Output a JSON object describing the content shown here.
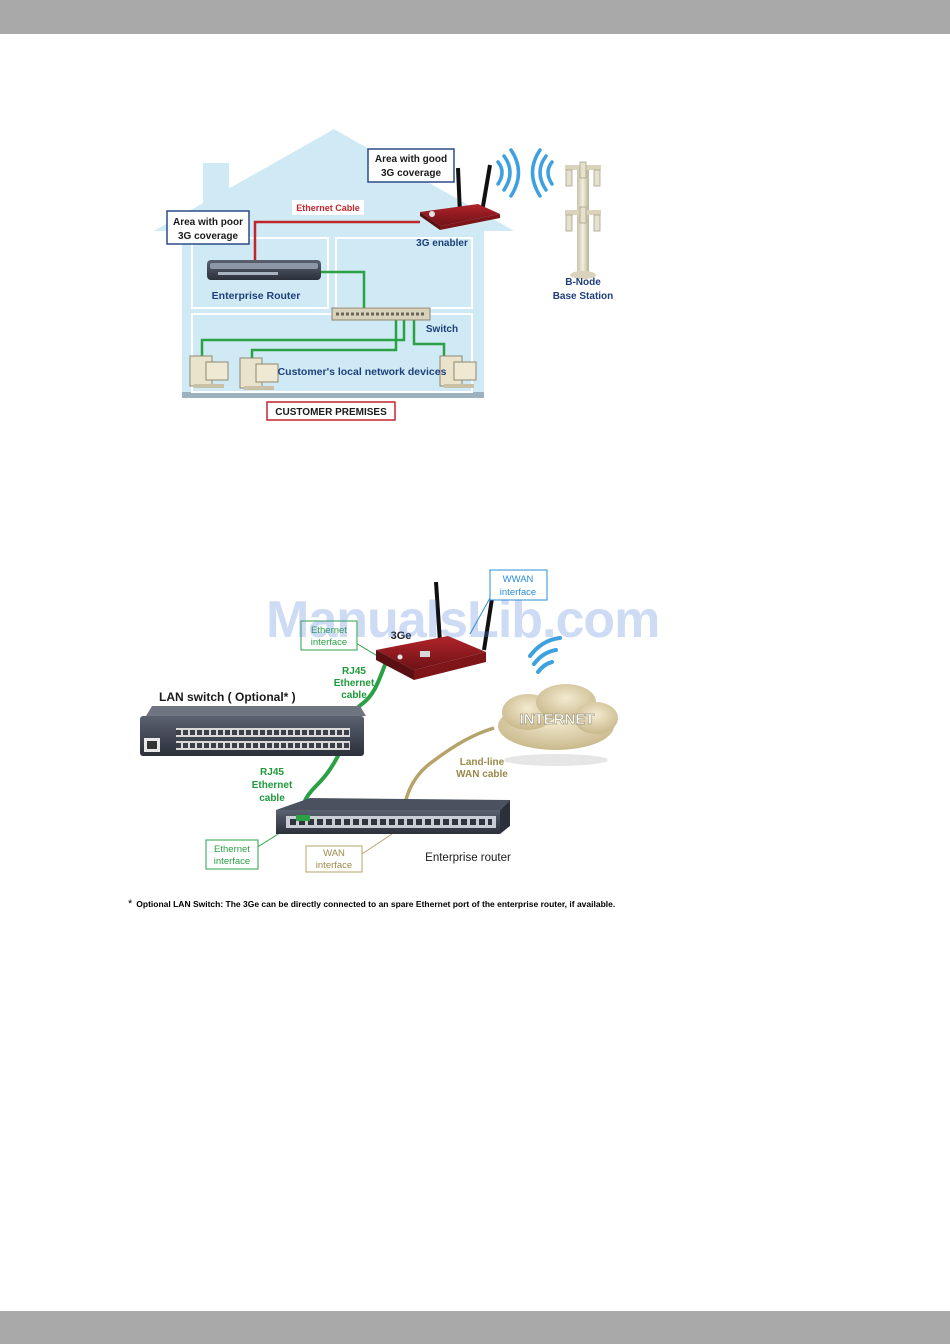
{
  "colors": {
    "band": "#a9a9a9",
    "house": "#cfeaf5",
    "green_cable": "#2aa144",
    "red_cable": "#c0272d",
    "tan_cable": "#b5a36a",
    "wifi_blue": "#3da0e0",
    "label_blue": "#1f3f7a",
    "label_green": "#1f9a3a",
    "label_tan": "#9a8a4a"
  },
  "diagram1": {
    "callout_good_line1": "Area with good",
    "callout_good_line2": "3G coverage",
    "callout_poor_line1": "Area with poor",
    "callout_poor_line2": "3G coverage",
    "ethernet_cable": "Ethernet Cable",
    "enabler": "3G enabler",
    "enterprise_router": "Enterprise Router",
    "switch": "Switch",
    "local_devices": "Customer's local network devices",
    "premises": "CUSTOMER PREMISES",
    "bnode_line1": "B-Node",
    "bnode_line2": "Base Station"
  },
  "diagram2": {
    "wwan_line1": "WWAN",
    "wwan_line2": "interface",
    "eth_top_line1": "Ethernet",
    "eth_top_line2": "interface",
    "device_label": "3Ge",
    "rj45_top_line1": "RJ45",
    "rj45_top_line2": "Ethernet",
    "rj45_top_line3": "cable",
    "lan_switch": "LAN switch ( Optional* )",
    "internet": "INTERNET",
    "landline_line1": "Land-line",
    "landline_line2": "WAN cable",
    "rj45_bot_line1": "RJ45",
    "rj45_bot_line2": "Ethernet",
    "rj45_bot_line3": "cable",
    "eth_bot_line1": "Ethernet",
    "eth_bot_line2": "interface",
    "wan_line1": "WAN",
    "wan_line2": "interface",
    "enterprise_router": "Enterprise router"
  },
  "watermark": "ManualsLib.com",
  "footnote": {
    "mark": "*",
    "text": "Optional LAN Switch: The 3Ge can be directly connected to an spare Ethernet port of the enterprise router, if available."
  }
}
